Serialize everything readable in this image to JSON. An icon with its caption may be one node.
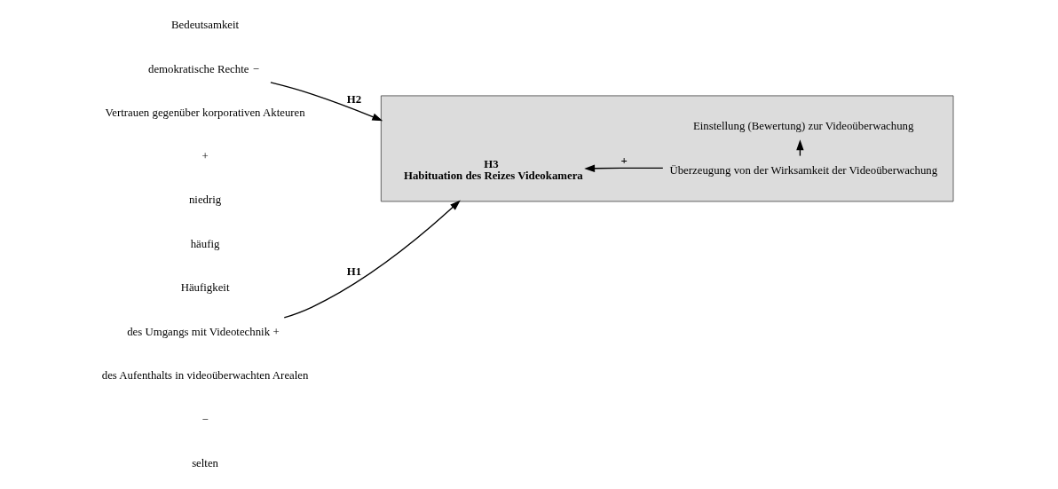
{
  "diagram": {
    "nodes": [
      {
        "text": [],
        "shape": "box"
      },
      {
        "text": [
          "H3",
          "Habituation des Reizes Videokamera"
        ],
        "in": 0
      },
      {
        "text": [
          "Überzeugung von der Wirksamkeit der Videoüberwachung"
        ],
        "in": 0
      },
      {
        "text": [
          "Einstellung (Bewertung) zur Videoüberwachung"
        ],
        "in": 0
      },
      {
        "text": [
          "demokratische Rechte"
        ],
        "beside": [
          "−"
        ]
      },
      {
        "text": [
          "des Umgangs mit Videotechnik"
        ],
        "beside": [
          "+"
        ]
      }
    ],
    "edges": [
      {
        "from": 4,
        "to": 0,
        "arrow": "to",
        "label": "H2"
      },
      {
        "from": 5,
        "to": 0,
        "arrow": "to",
        "label": "H1"
      },
      {
        "from": 2,
        "to": 1,
        "arrow": "to",
        "label": "+"
      },
      {
        "from": 2,
        "to": 3,
        "arrow": "to"
      }
    ],
    "labels": [
      "Bedeutsamkeit",
      "Vertrauen gegenüber korporativen Akteuren",
      "+",
      "niedrig",
      "häufig",
      "Häufigkeit",
      "des Aufenthalts in videoüberwachten Arealen",
      "−",
      "selten"
    ]
  }
}
